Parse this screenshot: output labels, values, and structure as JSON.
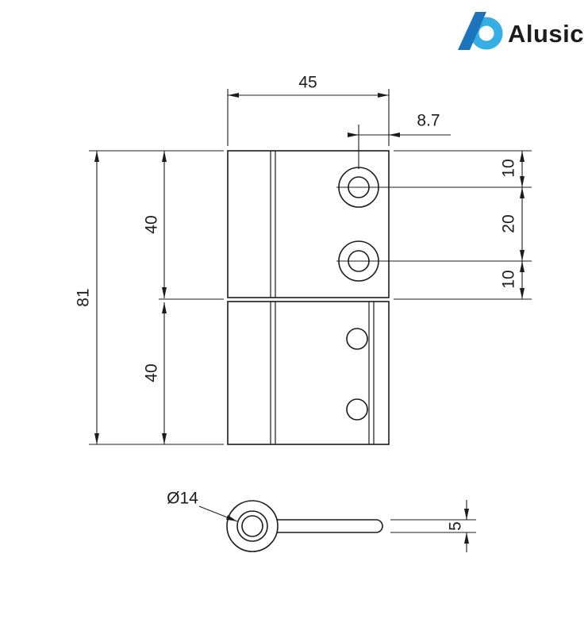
{
  "logo": {
    "brand": "Alusic",
    "brand_color": "#2B8ECF",
    "icon_dark": "#1B74BC",
    "icon_light": "#35AEE4"
  },
  "front_view": {
    "width": "45",
    "hole_edge_offset": "8.7",
    "total_height": "81",
    "upper_leaf_height": "40",
    "lower_leaf_height": "40",
    "hole_top_offset": "10",
    "hole_pitch": "20",
    "hole_bottom_offset": "10"
  },
  "side_view": {
    "knuckle_diameter": "Ø14",
    "plate_thickness": "5"
  }
}
